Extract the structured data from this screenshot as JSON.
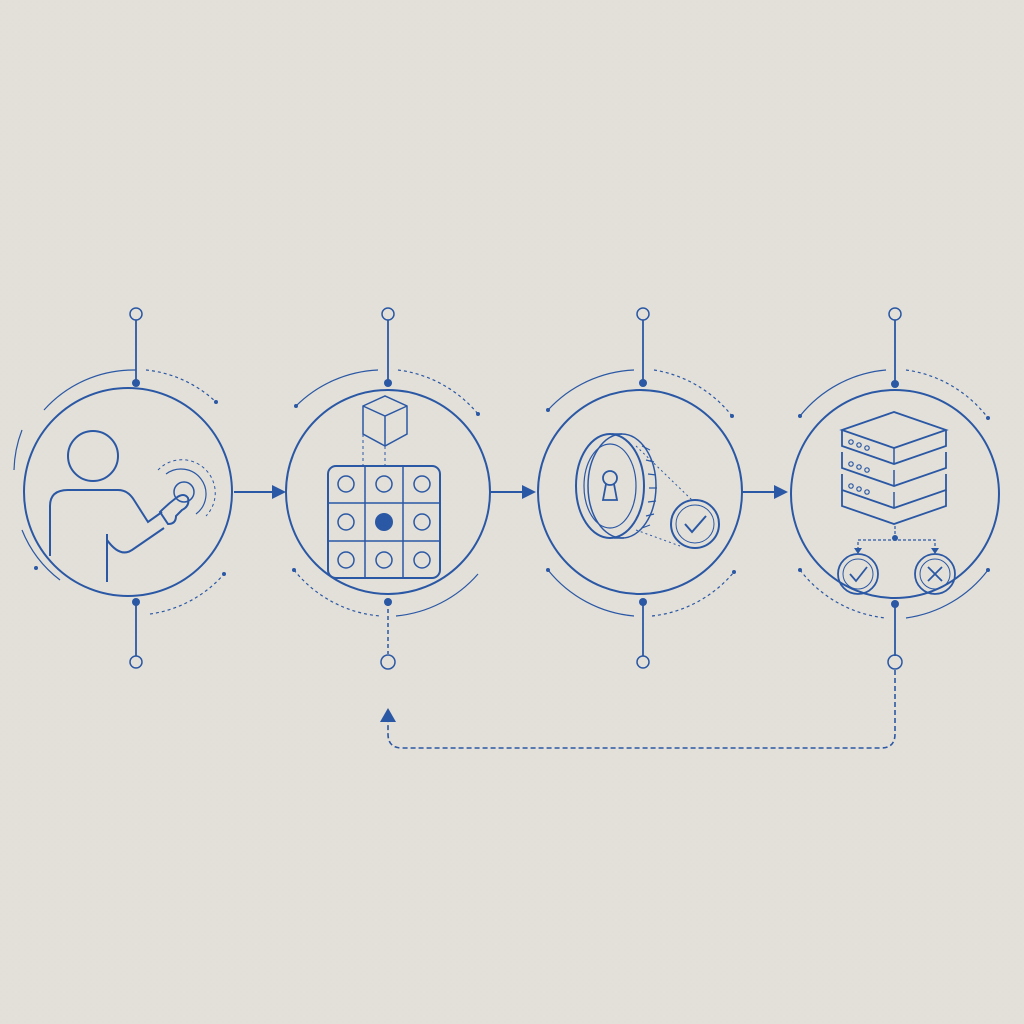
{
  "diagram": {
    "colors": {
      "background": "#e3e0da",
      "ink": "#2b58a4"
    },
    "steps": [
      {
        "icon": "user-tap-icon"
      },
      {
        "icon": "selection-grid-icon"
      },
      {
        "icon": "keyhole-coin-verify-icon"
      },
      {
        "icon": "server-accept-reject-icon"
      }
    ],
    "connectors": [
      {
        "from": 1,
        "to": 2,
        "style": "solid-arrow"
      },
      {
        "from": 2,
        "to": 3,
        "style": "solid-arrow"
      },
      {
        "from": 3,
        "to": 4,
        "style": "solid-arrow"
      },
      {
        "from": 4,
        "to": 2,
        "style": "dashed-feedback-loop"
      }
    ]
  }
}
